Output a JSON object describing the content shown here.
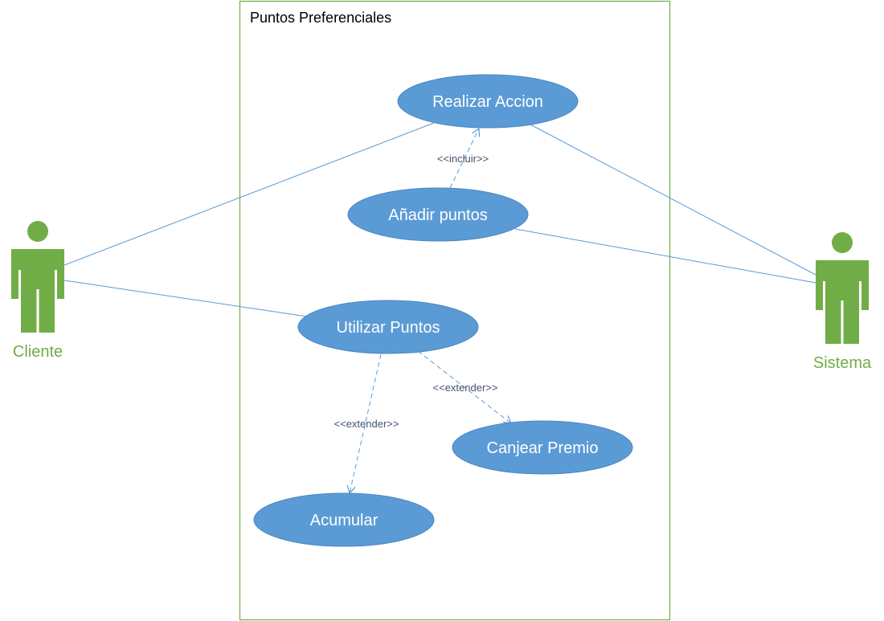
{
  "colors": {
    "use_case_fill": "#5b9bd5",
    "use_case_text": "#ffffff",
    "actor": "#70ad47",
    "boundary": "#70ad47",
    "line": "#5b9bd5",
    "stereotype_text": "#44546a"
  },
  "system": {
    "title": "Puntos Preferenciales"
  },
  "actors": {
    "cliente": {
      "label": "Cliente",
      "icon": "person-icon"
    },
    "sistema": {
      "label": "Sistema",
      "icon": "person-icon"
    }
  },
  "use_cases": {
    "realizar": {
      "label": "Realizar Accion"
    },
    "anadir": {
      "label": "Añadir puntos"
    },
    "utilizar": {
      "label": "Utilizar Puntos"
    },
    "canjear": {
      "label": "Canjear Premio"
    },
    "acumular": {
      "label": "Acumular"
    }
  },
  "relations": {
    "incluir": {
      "label": "<<incluir>>"
    },
    "extender_canjear": {
      "label": "<<extender>>"
    },
    "extender_acumular": {
      "label": "<<extender>>"
    }
  }
}
